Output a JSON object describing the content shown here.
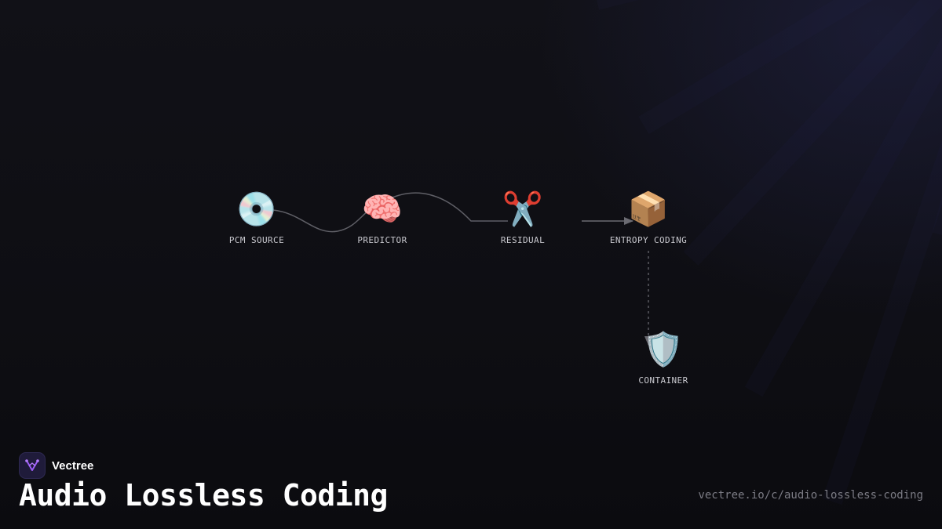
{
  "brand": {
    "name": "Vectree",
    "logo_color": "#9b5cf6"
  },
  "page": {
    "title": "Audio Lossless Coding",
    "url": "vectree.io/c/audio-lossless-coding"
  },
  "nodes": [
    {
      "id": "pcm",
      "label": "PCM SOURCE",
      "icon": "💿",
      "icon_name": "optical-disc-icon"
    },
    {
      "id": "predictor",
      "label": "PREDICTOR",
      "icon": "🧠",
      "icon_name": "brain-icon"
    },
    {
      "id": "residual",
      "label": "RESIDUAL",
      "icon": "✂️",
      "icon_name": "scissors-icon"
    },
    {
      "id": "entropy",
      "label": "ENTROPY CODING",
      "icon": "📦",
      "icon_name": "package-icon"
    },
    {
      "id": "container",
      "label": "CONTAINER",
      "icon": "🛡️",
      "icon_name": "shield-icon"
    }
  ],
  "edges": [
    {
      "from": "pcm",
      "to": "predictor",
      "style": "curved"
    },
    {
      "from": "predictor",
      "to": "residual",
      "style": "curved"
    },
    {
      "from": "residual",
      "to": "entropy",
      "style": "arrow"
    },
    {
      "from": "entropy",
      "to": "container",
      "style": "dashed-arrow"
    }
  ],
  "colors": {
    "background": "#0e0e12",
    "edge": "#6b6b72",
    "label": "#c9c9cf",
    "url": "#7c7c85"
  }
}
